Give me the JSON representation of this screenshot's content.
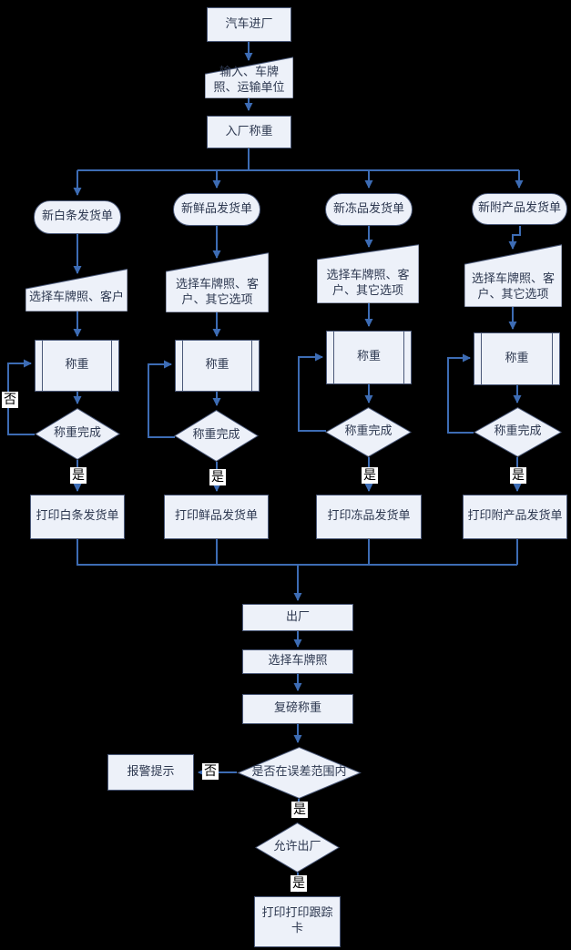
{
  "diagram": {
    "colors": {
      "background": "#000000",
      "shape_fill": "#edf1f9",
      "shape_border": "#4a5878",
      "arrow": "#3d6cb4",
      "text": "#2d3850",
      "edge_label_bg": "#ffffff",
      "edge_label_text": "#000000"
    },
    "entry": {
      "start": "汽车进厂",
      "input": "输入、车牌照、运输单位",
      "weigh_in": "入厂称重"
    },
    "columns": [
      {
        "branch": "新白条发货单",
        "select": "选择车牌照、客户",
        "weigh": "称重",
        "check": "称重完成",
        "print": "打印白条发货单"
      },
      {
        "branch": "新鲜品发货单",
        "select": "选择车牌照、客户、其它选项",
        "weigh": "称重",
        "check": "称重完成",
        "print": "打印鲜品发货单"
      },
      {
        "branch": "新冻品发货单",
        "select": "选择车牌照、客户、其它选项",
        "weigh": "称重",
        "check": "称重完成",
        "print": "打印冻品发货单"
      },
      {
        "branch": "新附产品发货单",
        "select": "选择车牌照、客户、其它选项",
        "weigh": "称重",
        "check": "称重完成",
        "print": "打印附产品发货单"
      }
    ],
    "exit": {
      "out": "出厂",
      "select_plate": "选择车牌照",
      "reweigh": "复磅称重",
      "tolerance_check": "是否在误差范围内",
      "alarm": "报警提示",
      "allow": "允许出厂",
      "print_card": "打印打印跟踪卡"
    },
    "labels": {
      "yes": "是",
      "no": "否"
    }
  }
}
